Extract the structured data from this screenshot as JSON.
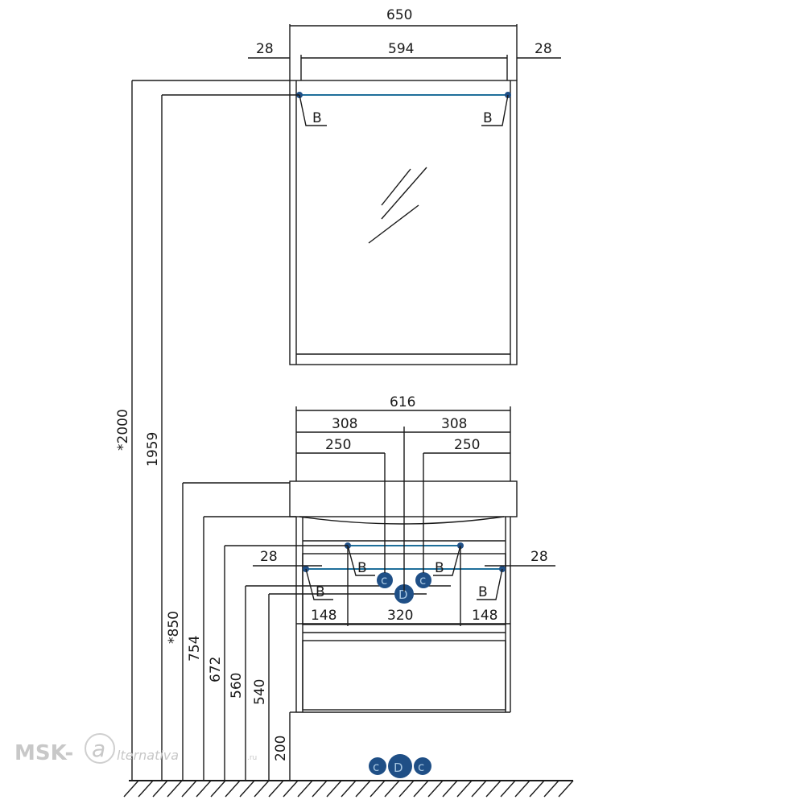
{
  "mirror": {
    "total_width": "650",
    "side_left": "28",
    "inner_width": "594",
    "side_right": "28",
    "fixing_point_left": "B",
    "fixing_point_right": "B"
  },
  "vanity": {
    "width": "616",
    "half_left": "308",
    "half_right": "308",
    "offset_left": "250",
    "offset_right": "250",
    "edge_left": "28",
    "edge_right": "28",
    "fix_spacing_left": "148",
    "fix_spacing_middle": "320",
    "fix_spacing_right": "148",
    "fixing_labels": [
      "B",
      "B",
      "B",
      "B"
    ],
    "connection_c_left": "c",
    "connection_c_right": "c",
    "connection_d": "D"
  },
  "heights": {
    "total": "*2000",
    "mirror_fixing": "1959",
    "vanity_top": "*850",
    "vanity_basin": "754",
    "fixing_upper": "672",
    "fixing_lower": "560",
    "drain": "540",
    "floor_gap": "200"
  },
  "legend": {
    "c1": "c",
    "d": "D",
    "c2": "c"
  },
  "watermark": {
    "brand": "MSK-",
    "script": "lternativa",
    "domain": ".ru"
  }
}
